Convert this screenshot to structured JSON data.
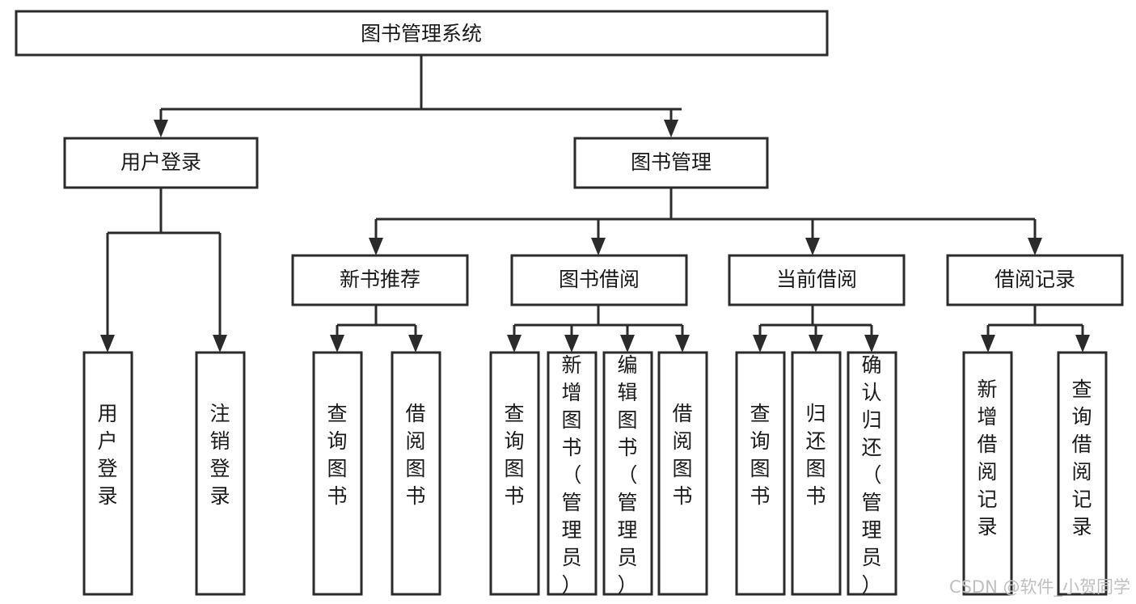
{
  "diagram": {
    "title": "图书管理系统",
    "type": "tree-hierarchy-chart",
    "orientation": "top-down",
    "colors": {
      "box_fill": "#ffffff",
      "box_stroke": "#2b2b2b",
      "connector": "#2b2b2b",
      "text": "#1a1a1a",
      "watermark": "#bfbfbf",
      "background": "#ffffff"
    },
    "root": {
      "label": "图书管理系统"
    },
    "level2": [
      {
        "label": "用户登录"
      },
      {
        "label": "图书管理"
      }
    ],
    "level3": [
      {
        "label": "新书推荐"
      },
      {
        "label": "图书借阅"
      },
      {
        "label": "当前借阅"
      },
      {
        "label": "借阅记录"
      }
    ],
    "leaves": {
      "user_login": [
        {
          "label": "用户登录"
        },
        {
          "label": "注销登录"
        }
      ],
      "new_book_recommend": [
        {
          "label": "查询图书"
        },
        {
          "label": "借阅图书"
        }
      ],
      "book_borrow": [
        {
          "label": "查询图书"
        },
        {
          "label": "新增图书（管理员）"
        },
        {
          "label": "编辑图书（管理员）"
        },
        {
          "label": "借阅图书"
        }
      ],
      "current_borrow": [
        {
          "label": "查询图书"
        },
        {
          "label": "归还图书"
        },
        {
          "label": "确认归还（管理员）"
        }
      ],
      "borrow_record": [
        {
          "label": "新增借阅记录"
        },
        {
          "label": "查询借阅记录"
        }
      ]
    }
  },
  "watermark": {
    "text": "CSDN @软件_小贺同学"
  }
}
